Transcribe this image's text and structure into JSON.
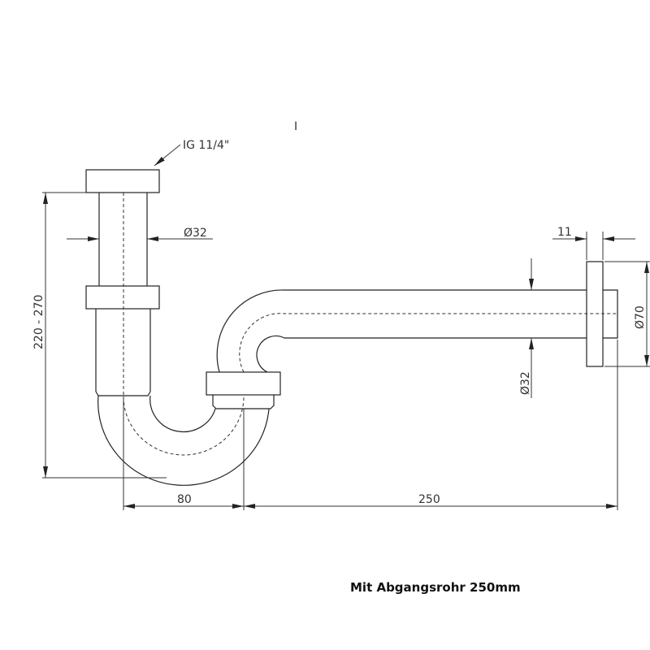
{
  "drawing": {
    "marker": "I",
    "thread_label": "IG 11/4\"",
    "inlet_diameter": "Ø32",
    "outlet_diameter": "Ø32",
    "flange_diameter": "Ø70",
    "flange_thickness": "11",
    "height_range": "220 - 270",
    "offset_dim": "80",
    "length_dim": "250"
  },
  "caption": "Mit Abgangsrohr 250mm"
}
